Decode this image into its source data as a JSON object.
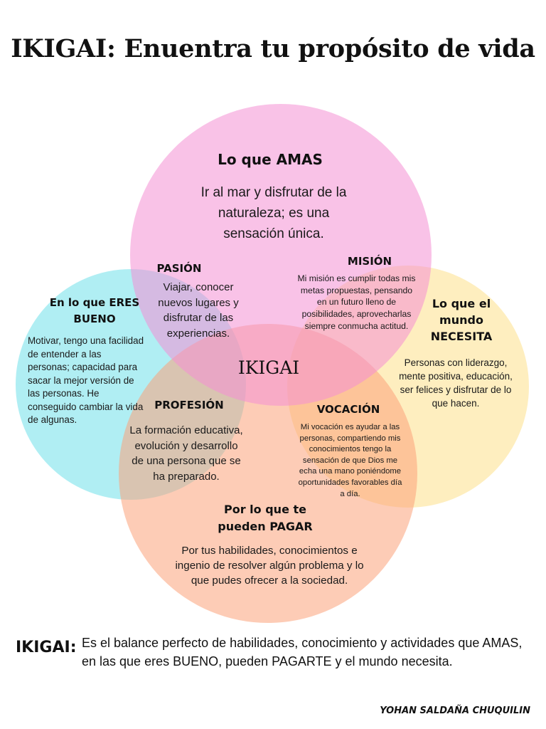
{
  "title": "IKIGAI: Enuentra tu propósito de vida",
  "colors": {
    "love": "#f48fd3",
    "good": "#6fe0ea",
    "needs": "#fde08a",
    "paid": "#fca27a"
  },
  "circles": {
    "love": {
      "heading": "Lo que AMAS",
      "text": "Ir al mar y disfrutar de la naturaleza; es una sensación única."
    },
    "good": {
      "heading": "En lo que ERES BUENO",
      "text": "Motivar, tengo una facilidad de entender a las personas; capacidad para sacar la mejor versión de las personas. He conseguido cambiar la vida de algunas."
    },
    "needs": {
      "heading": "Lo que el mundo NECESITA",
      "text": "Personas con liderazgo, mente positiva, educación, ser felices y disfrutar de lo que hacen."
    },
    "paid": {
      "heading": "Por lo que te pueden PAGAR",
      "text": "Por tus habilidades, conocimientos e ingenio de resolver algún problema y lo que pudes ofrecer a la sociedad."
    }
  },
  "overlaps": {
    "pasion": {
      "heading": "PASIÓN",
      "text": "Viajar, conocer nuevos lugares y disfrutar de las experiencias."
    },
    "mision": {
      "heading": "MISIÓN",
      "text": "Mi misión es  cumplir todas mis metas propuestas, pensando en un futuro lleno de posibilidades, aprovecharlas siempre conmucha actitud."
    },
    "profesion": {
      "heading": "PROFESIÓN",
      "text": "La formación educativa,  evolución y desarrollo de una persona que se ha preparado."
    },
    "vocacion": {
      "heading": "VOCACIÓN",
      "text": "Mi vocación es ayudar a las personas, compartiendo mis conocimientos  tengo la sensación de que Dios me echa una mano poniéndome oportunidades favorables día a día."
    }
  },
  "center": "IKIGAI",
  "footer": {
    "label": "IKIGAI:",
    "text": "Es el balance perfecto de habilidades, conocimiento y actividades que AMAS, en las que eres BUENO, pueden PAGARTE y el mundo necesita."
  },
  "author": "YOHAN SALDAÑA CHUQUILIN"
}
